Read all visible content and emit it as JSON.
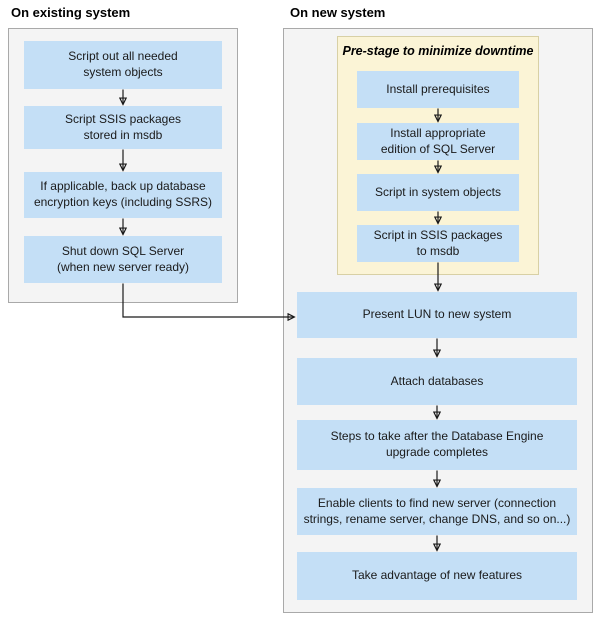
{
  "diagram": {
    "left_panel": {
      "heading": "On existing system",
      "steps": [
        "Script out all needed\nsystem objects",
        "Script SSIS packages\nstored in msdb",
        "If applicable, back up database\nencryption keys (including SSRS)",
        "Shut down SQL Server\n(when new server ready)"
      ]
    },
    "right_panel": {
      "heading": "On new system",
      "prestage": {
        "title": "Pre-stage to minimize downtime",
        "steps": [
          "Install prerequisites",
          "Install appropriate\nedition of SQL Server",
          "Script in system objects",
          "Script in SSIS packages\nto msdb"
        ]
      },
      "steps": [
        "Present LUN to new system",
        "Attach databases",
        "Steps to take after the Database Engine\nupgrade completes",
        "Enable clients to find new server (connection\nstrings, rename server, change DNS, and so on...)",
        "Take advantage of new features"
      ]
    },
    "colors": {
      "step_fill": "#c4dff6",
      "prestage_fill": "#fbf4d6",
      "prestage_border": "#d8d0a5",
      "panel_fill": "#f4f4f4",
      "panel_border": "#a9a9a9",
      "arrow": "#1a1a1a"
    }
  }
}
